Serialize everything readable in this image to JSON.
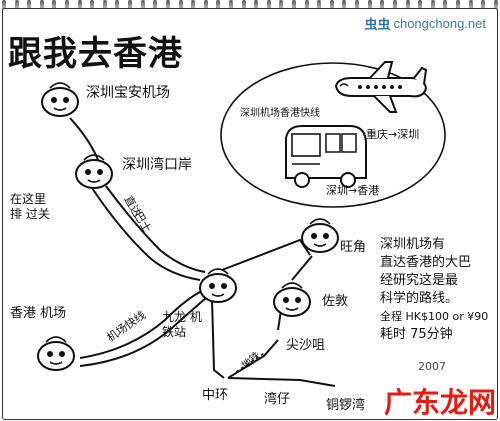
{
  "title": "跟我去香港",
  "brand": {
    "cn": "虫虫",
    "url": "chongchong.net"
  },
  "stops": {
    "baoan": "深圳宝安机场",
    "wankou": "深圳湾口岸",
    "hk_airport": "香港 机场",
    "kowloon": "九龙 机铁站",
    "wangjiao": "旺角",
    "zuodun": "佐敦",
    "jianshazui": "尖沙咀",
    "zhonghuan": "中环",
    "wanzai": "湾仔",
    "tongluowan": "铜锣湾"
  },
  "routes": {
    "in_border": "在这里排 过关",
    "bus": "巴士",
    "subway": "地铁",
    "zhida": "直达"
  },
  "labels": {
    "express_line": "机场快线",
    "shuttle_line": "深圳机场香港快线",
    "chongqing_shenzhen": "重庆→深圳",
    "shenzhen_hk": "深圳→香港"
  },
  "note": {
    "lines": [
      "深圳机场有",
      "直达香港的大巴",
      "经研究这是最",
      "科学的路线。",
      "全程 HK$100 or ¥90",
      "耗时 75分钟"
    ]
  },
  "watermark": "广东龙网",
  "signature": "2007"
}
